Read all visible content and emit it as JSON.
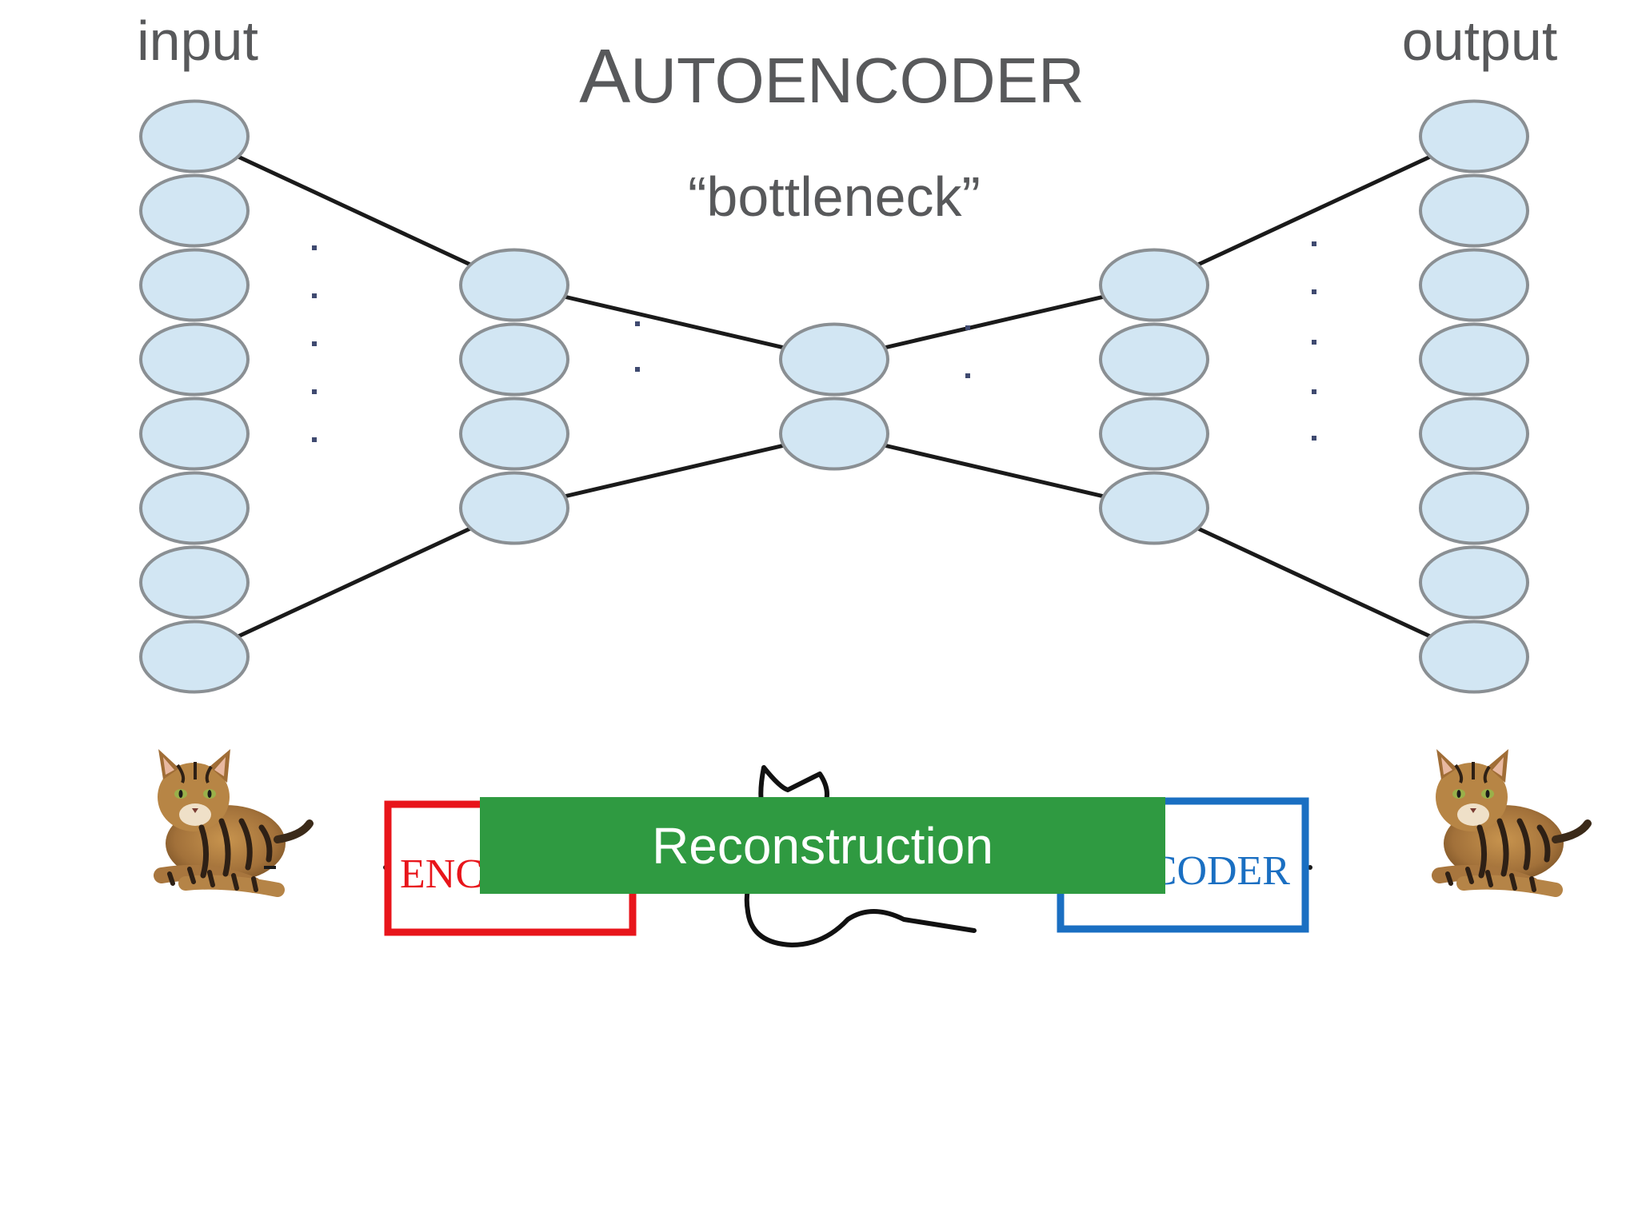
{
  "slide": {
    "title_first": "A",
    "title_rest": "UTOENCODER",
    "bottleneck_label": "“bottleneck”",
    "input_label": "input",
    "output_label": "output"
  },
  "network": {
    "layer_sizes": [
      8,
      4,
      2,
      4,
      8
    ],
    "node_fill": "#d2e6f3",
    "node_stroke": "#8a8f93",
    "link_color": "#1a1a1a"
  },
  "pipeline": {
    "encoder_label": "ENCODER",
    "decoder_label": "DECODER",
    "encoder_color": "#e8151b",
    "decoder_color": "#1a6fc2",
    "input_image": "cat-photo",
    "output_image": "cat-photo",
    "latent_image": "cat-sketch"
  },
  "banner": {
    "label": "Reconstruction",
    "color": "#2f9a41"
  }
}
